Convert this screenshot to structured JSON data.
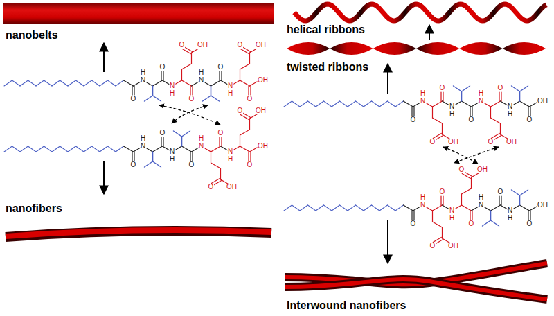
{
  "diagram": {
    "labels": [
      "nanobelts",
      "helical ribbons",
      "twisted ribbons",
      "O",
      "N",
      "H",
      "O",
      "N",
      "H",
      "O",
      "OH",
      "O",
      "N",
      "H",
      "O",
      "N",
      "H",
      "O",
      "OH",
      "O",
      "OH",
      "O",
      "N",
      "H",
      "O",
      "N",
      "H",
      "O",
      "N",
      "H",
      "O",
      "OH",
      "O",
      "N",
      "H",
      "O",
      "OH",
      "O",
      "OH",
      "O",
      "N",
      "H",
      "O",
      "OH",
      "O",
      "N",
      "H",
      "O",
      "N",
      "H",
      "O",
      "OH",
      "O",
      "N",
      "H",
      "O",
      "OH",
      "O",
      "N",
      "H",
      "O",
      "OH",
      "O",
      "N",
      "H",
      "O",
      "OH",
      "O",
      "N",
      "H",
      "O",
      "N",
      "H",
      "O",
      "OH",
      "nanofibers",
      "Interwound nanofibers"
    ]
  }
}
